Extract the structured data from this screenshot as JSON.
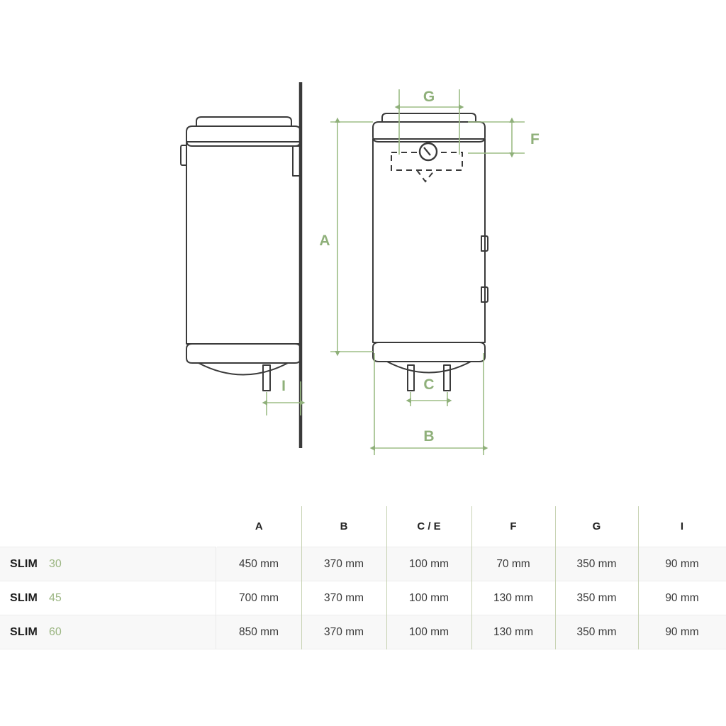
{
  "diagram": {
    "type": "technical-dimension-drawing",
    "subject": "slim electric water heater",
    "views": [
      {
        "name": "side-view",
        "position": "left"
      },
      {
        "name": "front-view",
        "position": "right"
      }
    ],
    "wall_line": true,
    "dimension_labels": [
      {
        "id": "A",
        "view": "front-view",
        "orientation": "vertical",
        "meaning": "overall height"
      },
      {
        "id": "B",
        "view": "front-view",
        "orientation": "horizontal",
        "meaning": "overall width"
      },
      {
        "id": "C",
        "view": "front-view",
        "orientation": "horizontal",
        "meaning": "pipe centre distance"
      },
      {
        "id": "F",
        "view": "front-view",
        "orientation": "vertical",
        "meaning": "top to thermostat"
      },
      {
        "id": "G",
        "view": "front-view",
        "orientation": "horizontal",
        "meaning": "bracket width"
      },
      {
        "id": "I",
        "view": "side-view",
        "orientation": "horizontal",
        "meaning": "pipe to wall depth"
      }
    ],
    "colors": {
      "dimension_green": "#8fb07a",
      "dimension_line": "#9dbd85",
      "outline_dark": "#3a3a3a",
      "table_divider_green": "#c8d3b4",
      "table_stripe": "#f8f8f8",
      "model_number_green": "#9cb683"
    }
  },
  "table": {
    "columns": [
      "",
      "A",
      "B",
      "C / E",
      "F",
      "G",
      "I"
    ],
    "rows": [
      {
        "model_name": "SLIM",
        "model_size": "30",
        "A": "450 mm",
        "B": "370 mm",
        "CE": "100 mm",
        "F": "70 mm",
        "G": "350 mm",
        "I": "90 mm"
      },
      {
        "model_name": "SLIM",
        "model_size": "45",
        "A": "700 mm",
        "B": "370 mm",
        "CE": "100 mm",
        "F": "130 mm",
        "G": "350 mm",
        "I": "90 mm"
      },
      {
        "model_name": "SLIM",
        "model_size": "60",
        "A": "850 mm",
        "B": "370 mm",
        "CE": "100 mm",
        "F": "130 mm",
        "G": "350 mm",
        "I": "90 mm"
      }
    ]
  }
}
